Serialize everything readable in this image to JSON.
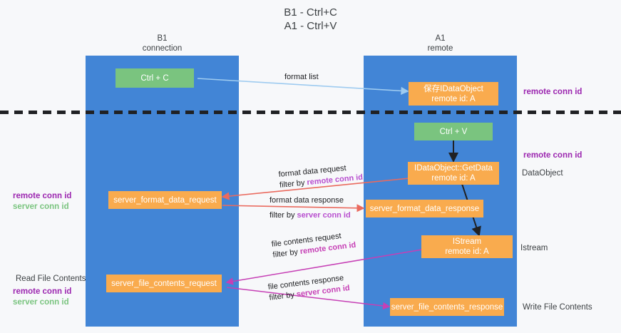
{
  "title": "B1 - Ctrl+C\nA1 - Ctrl+V",
  "columns": {
    "left": {
      "name": "B1",
      "role": "connection",
      "header": "B1\nconnection"
    },
    "right": {
      "name": "A1",
      "role": "remote",
      "header": "A1\nremote"
    }
  },
  "nodes": {
    "ctrl_c": "Ctrl + C",
    "save_idataobject": "保存IDataObject\nremote id: A",
    "ctrl_v": "Ctrl + V",
    "getdata": "IDataObject::GetData\nremote id: A",
    "server_format_data_request": "server_format_data_request",
    "server_format_data_response": "server_format_data_response",
    "istream": "IStream\nremote id: A",
    "server_file_contents_request": "server_file_contents_request",
    "server_file_contents_response": "server_file_contents_response"
  },
  "edges": {
    "format_list": "format list",
    "format_data_request": "format data request",
    "format_data_request_filter_prefix": "filter by ",
    "format_data_request_filter_key": "remote conn id",
    "format_data_response": "format data response",
    "format_data_response_filter_prefix": "filter by ",
    "format_data_response_filter_key": "server conn id",
    "file_contents_request": "file contents request",
    "file_contents_request_filter_prefix": "filter by ",
    "file_contents_request_filter_key": "remote conn id",
    "file_contents_response": "file contents response",
    "file_contents_response_filter_prefix": "filter by ",
    "file_contents_response_filter_key": "server conn id"
  },
  "annotations": {
    "right_remote_conn_id_top": "remote conn id",
    "right_remote_conn_id_mid": "remote conn id",
    "right_dataobject": "DataObject",
    "right_istream": "Istream",
    "right_write_file_contents": "Write File Contents",
    "left_conn_ids_mid_remote": "remote conn id",
    "left_conn_ids_mid_server": "server conn id",
    "left_read_file_contents": "Read File Contents",
    "left_conn_ids_bottom_remote": "remote conn id",
    "left_conn_ids_bottom_server": "server conn id"
  },
  "colors": {
    "lane_blue": "#4285d6",
    "node_green": "#7ac47f",
    "node_orange": "#f9ab4e",
    "purple": "#9c27b0",
    "magenta": "#c63fb5",
    "red_arrow": "#ea6a5e",
    "light_blue_arrow": "#9ecbf0",
    "separator": "#202124",
    "background": "#f7f8fa"
  }
}
